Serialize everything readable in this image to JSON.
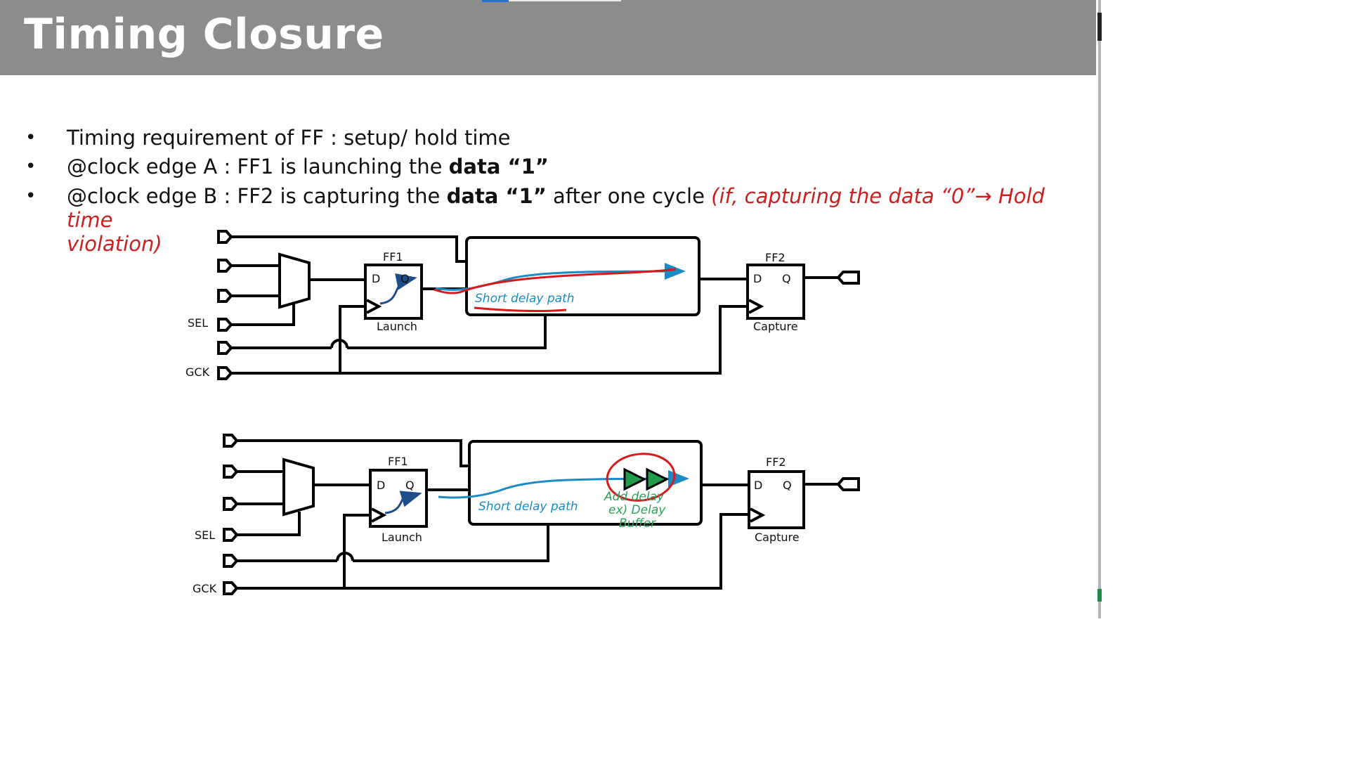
{
  "slide": {
    "title": "Timing Closure",
    "bullets": {
      "b1": "Timing requirement of FF : setup/ hold time",
      "b2_plain": "@clock edge A : FF1 is launching the ",
      "b2_bold": "data “1”",
      "b3_plain": "@clock edge B : FF2 is capturing the ",
      "b3_bold": "data “1”",
      "b3_after": " after one cycle ",
      "b3_red_line1": "(if, capturing the data “0”→ Hold time",
      "b3_red_line2": "violation)"
    }
  },
  "diagram_top": {
    "ff1": "FF1",
    "ff2": "FF2",
    "d": "D",
    "q": "Q",
    "launch": "Launch",
    "capture": "Capture",
    "sel": "SEL",
    "gck": "GCK",
    "path_label": "Short delay path"
  },
  "diagram_bottom": {
    "ff1": "FF1",
    "ff2": "FF2",
    "d": "D",
    "q": "Q",
    "launch": "Launch",
    "capture": "Capture",
    "sel": "SEL",
    "gck": "GCK",
    "path_label": "Short delay path",
    "annot_1": "Add  delay",
    "annot_2": "ex) Delay",
    "annot_3": "Buffer"
  },
  "colors": {
    "header": "#8c8c8c",
    "red": "#cc1f1f",
    "blue": "#1a8bc4",
    "green": "#2aa15b"
  }
}
